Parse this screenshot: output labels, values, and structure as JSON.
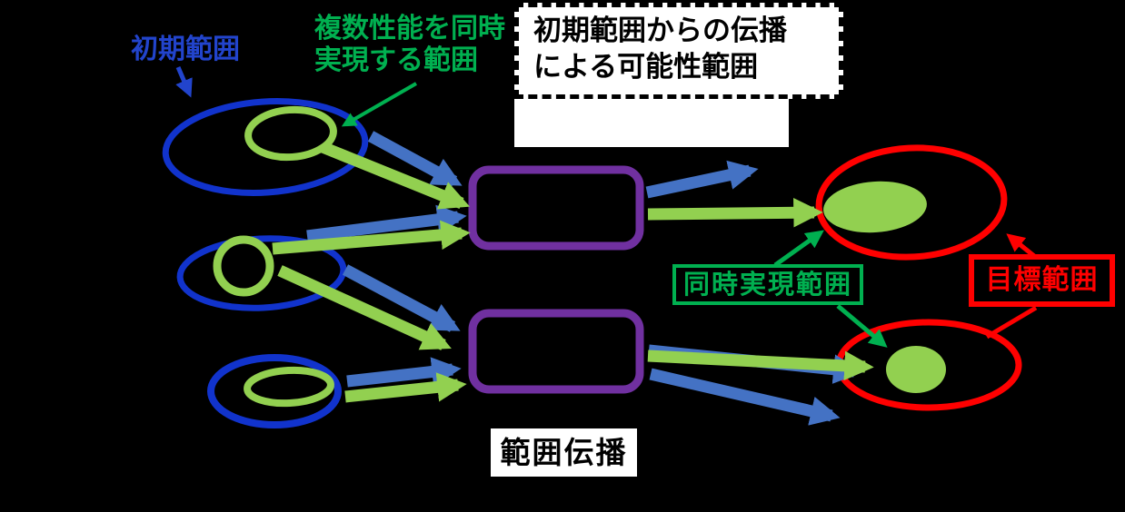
{
  "diagram": {
    "title": "範囲伝播",
    "background": "#000000",
    "labels": {
      "initial_range": "初期範囲",
      "multi_perf_line1": "複数性能を同時",
      "multi_perf_line2": "実現する範囲",
      "possibility_line1": "初期範囲からの伝播",
      "possibility_line2": "による可能性範囲",
      "simultaneous_range": "同時実現範囲",
      "target_range": "目標範囲",
      "range_propagation": "範囲伝播"
    },
    "colors": {
      "blue_outline": "#1133cc",
      "blue_text": "#2244cc",
      "blue_arrow": "#4472c4",
      "light_green": "#92d050",
      "dark_green": "#00b050",
      "purple": "#7030a0",
      "red": "#ff0000",
      "white": "#ffffff",
      "black": "#000000"
    }
  }
}
